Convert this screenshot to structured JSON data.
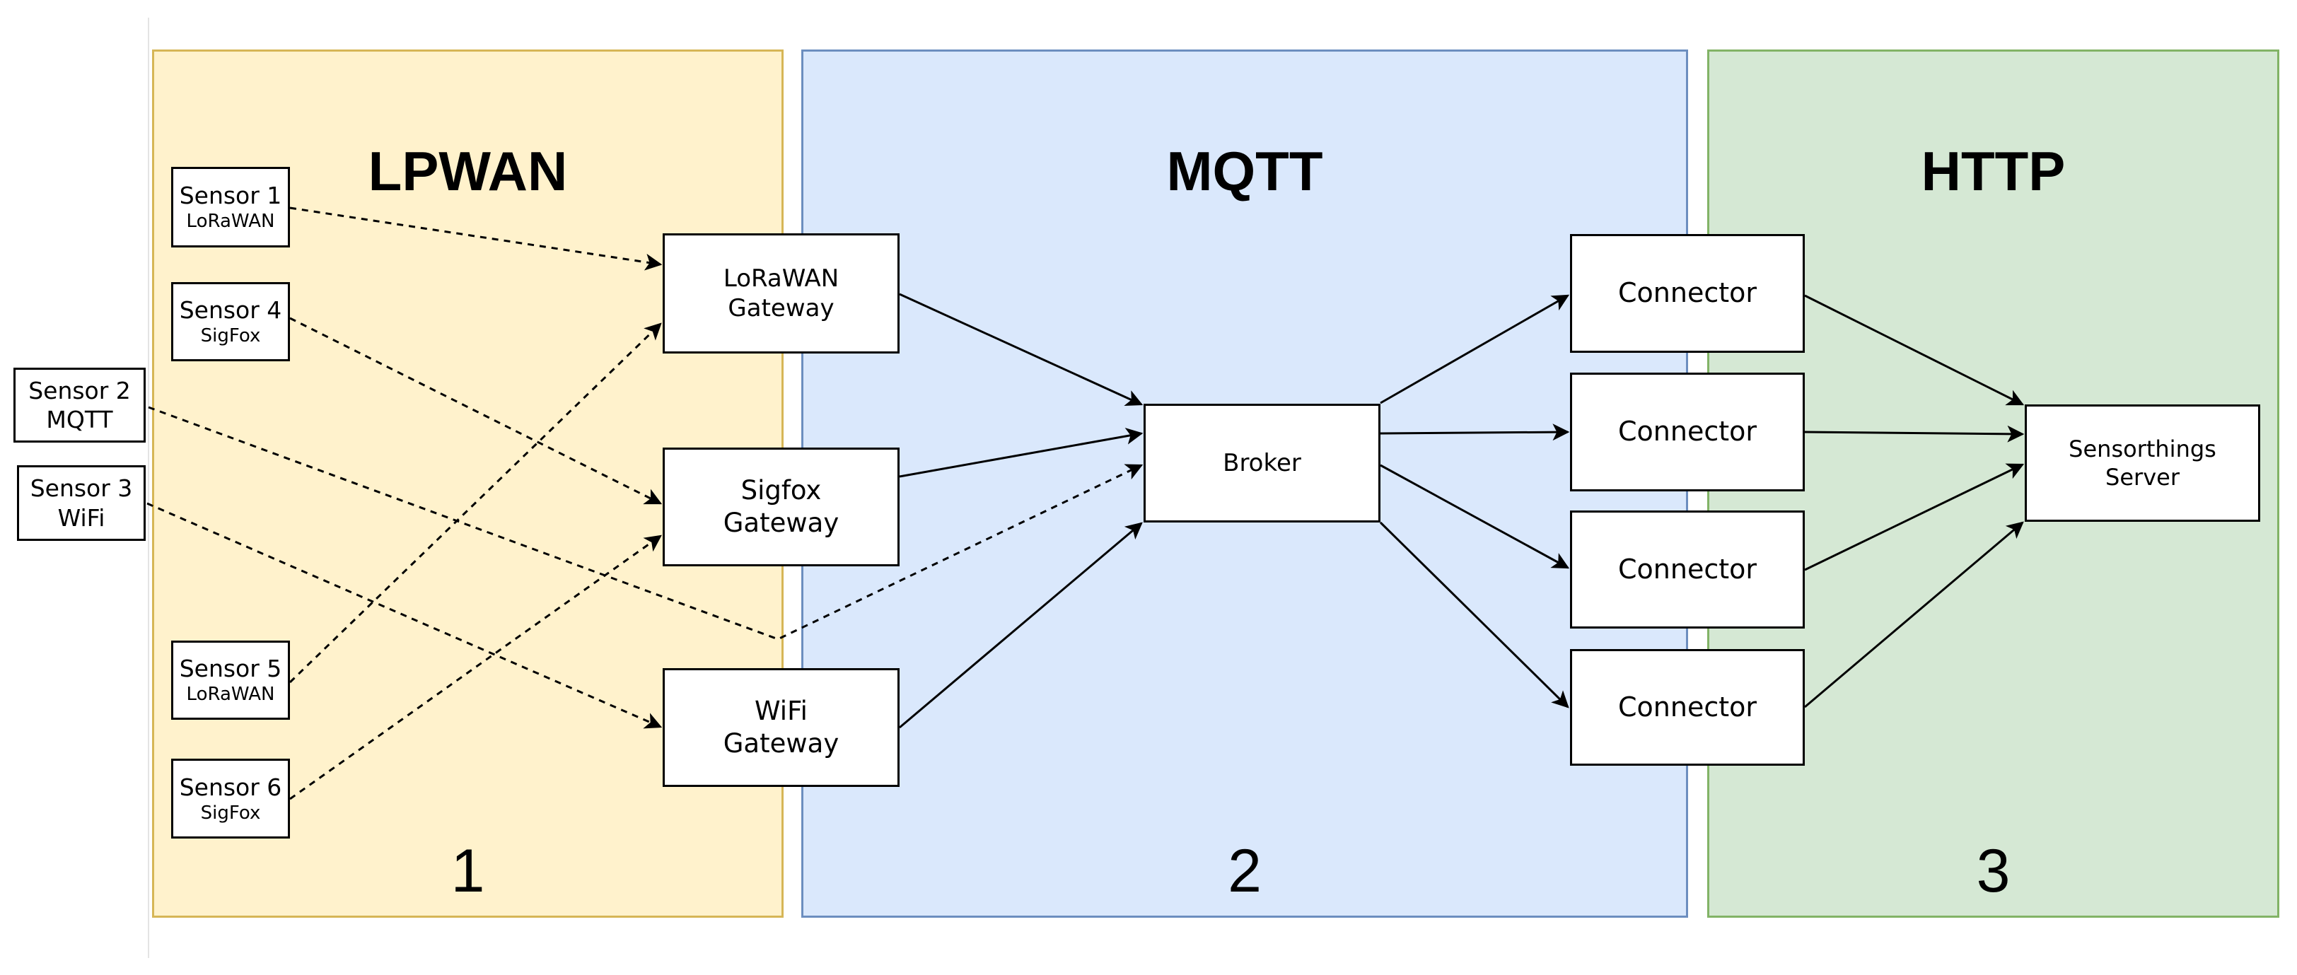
{
  "colors": {
    "lpwan_fill": "#fff2cc",
    "lpwan_border": "#d6b656",
    "mqtt_fill": "#dae8fc",
    "mqtt_border": "#6c8ebf",
    "http_fill": "#d5e8d4",
    "http_border": "#82b366",
    "edge": "#000000"
  },
  "zones": {
    "lpwan": {
      "title": "LPWAN",
      "number": "1"
    },
    "mqtt": {
      "title": "MQTT",
      "number": "2"
    },
    "http": {
      "title": "HTTP",
      "number": "3"
    }
  },
  "nodes": {
    "sensor1": {
      "name": "Sensor 1",
      "protocol": "LoRaWAN"
    },
    "sensor4": {
      "name": "Sensor 4",
      "protocol": "SigFox"
    },
    "sensor2": {
      "name": "Sensor 2",
      "protocol": "MQTT"
    },
    "sensor3": {
      "name": "Sensor 3",
      "protocol": "WiFi"
    },
    "sensor5": {
      "name": "Sensor 5",
      "protocol": "LoRaWAN"
    },
    "sensor6": {
      "name": "Sensor 6",
      "protocol": "SigFox"
    },
    "lorawan_gateway": {
      "line1": "LoRaWAN",
      "line2": "Gateway"
    },
    "sigfox_gateway": {
      "line1": "Sigfox",
      "line2": "Gateway"
    },
    "wifi_gateway": {
      "line1": "WiFi",
      "line2": "Gateway"
    },
    "broker": {
      "label": "Broker"
    },
    "connector1": {
      "label": "Connector"
    },
    "connector2": {
      "label": "Connector"
    },
    "connector3": {
      "label": "Connector"
    },
    "connector4": {
      "label": "Connector"
    },
    "server": {
      "line1": "Sensorthings",
      "line2": "Server"
    }
  },
  "edges": [
    {
      "from": "Sensor 1",
      "to": "LoRaWAN Gateway",
      "style": "dashed"
    },
    {
      "from": "Sensor 4",
      "to": "Sigfox Gateway",
      "style": "dashed"
    },
    {
      "from": "Sensor 2",
      "to": "Broker",
      "style": "dashed"
    },
    {
      "from": "Sensor 3",
      "to": "WiFi Gateway",
      "style": "dashed"
    },
    {
      "from": "Sensor 5",
      "to": "LoRaWAN Gateway",
      "style": "dashed"
    },
    {
      "from": "Sensor 6",
      "to": "Sigfox Gateway",
      "style": "dashed"
    },
    {
      "from": "LoRaWAN Gateway",
      "to": "Broker",
      "style": "solid"
    },
    {
      "from": "Sigfox Gateway",
      "to": "Broker",
      "style": "solid"
    },
    {
      "from": "WiFi Gateway",
      "to": "Broker",
      "style": "solid"
    },
    {
      "from": "Broker",
      "to": "Connector",
      "style": "solid"
    },
    {
      "from": "Broker",
      "to": "Connector",
      "style": "solid"
    },
    {
      "from": "Broker",
      "to": "Connector",
      "style": "solid"
    },
    {
      "from": "Broker",
      "to": "Connector",
      "style": "solid"
    },
    {
      "from": "Connector",
      "to": "Sensorthings Server",
      "style": "solid"
    },
    {
      "from": "Connector",
      "to": "Sensorthings Server",
      "style": "solid"
    },
    {
      "from": "Connector",
      "to": "Sensorthings Server",
      "style": "solid"
    },
    {
      "from": "Connector",
      "to": "Sensorthings Server",
      "style": "solid"
    }
  ]
}
